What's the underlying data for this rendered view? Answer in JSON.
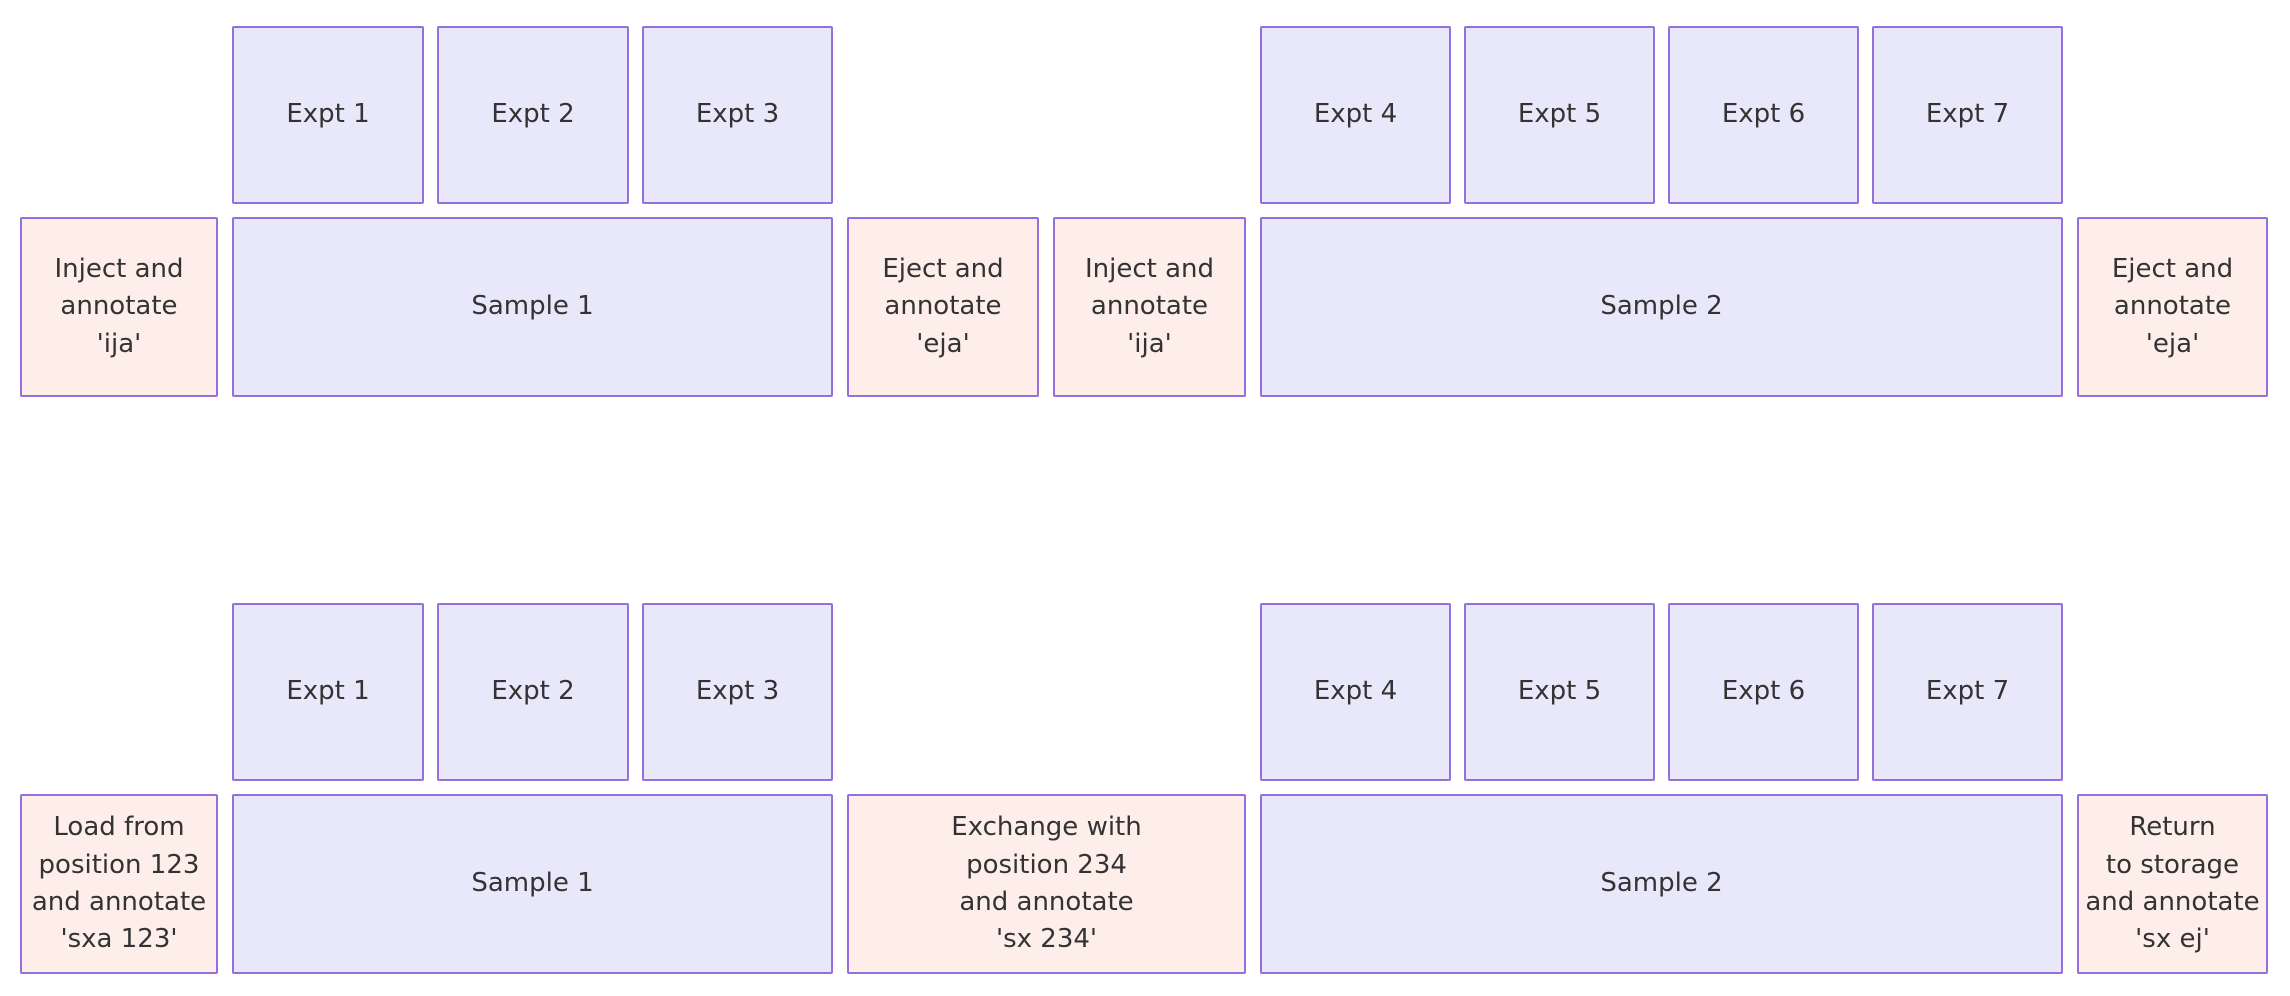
{
  "colors": {
    "task_fill": "#e9e7fa",
    "action_fill": "#fdeeea",
    "border": "#9370db",
    "text": "#333333",
    "background": "#ffffff"
  },
  "workflow_top": {
    "inject_1": "Inject and\nannotate\n'ija'",
    "sample_1": "Sample 1",
    "expt_1": "Expt 1",
    "expt_2": "Expt 2",
    "expt_3": "Expt 3",
    "eject_1": "Eject and\nannotate\n'eja'",
    "inject_2": "Inject and\nannotate\n'ija'",
    "sample_2": "Sample 2",
    "expt_4": "Expt 4",
    "expt_5": "Expt 5",
    "expt_6": "Expt 6",
    "expt_7": "Expt 7",
    "eject_2": "Eject and\nannotate\n'eja'"
  },
  "workflow_bottom": {
    "load": "Load from\nposition 123\nand annotate\n'sxa 123'",
    "sample_1": "Sample 1",
    "expt_1": "Expt 1",
    "expt_2": "Expt 2",
    "expt_3": "Expt 3",
    "exchange": "Exchange with\nposition 234\nand annotate\n'sx 234'",
    "sample_2": "Sample 2",
    "expt_4": "Expt 4",
    "expt_5": "Expt 5",
    "expt_6": "Expt 6",
    "expt_7": "Expt 7",
    "return": "Return\nto storage\nand annotate\n'sx ej'"
  }
}
